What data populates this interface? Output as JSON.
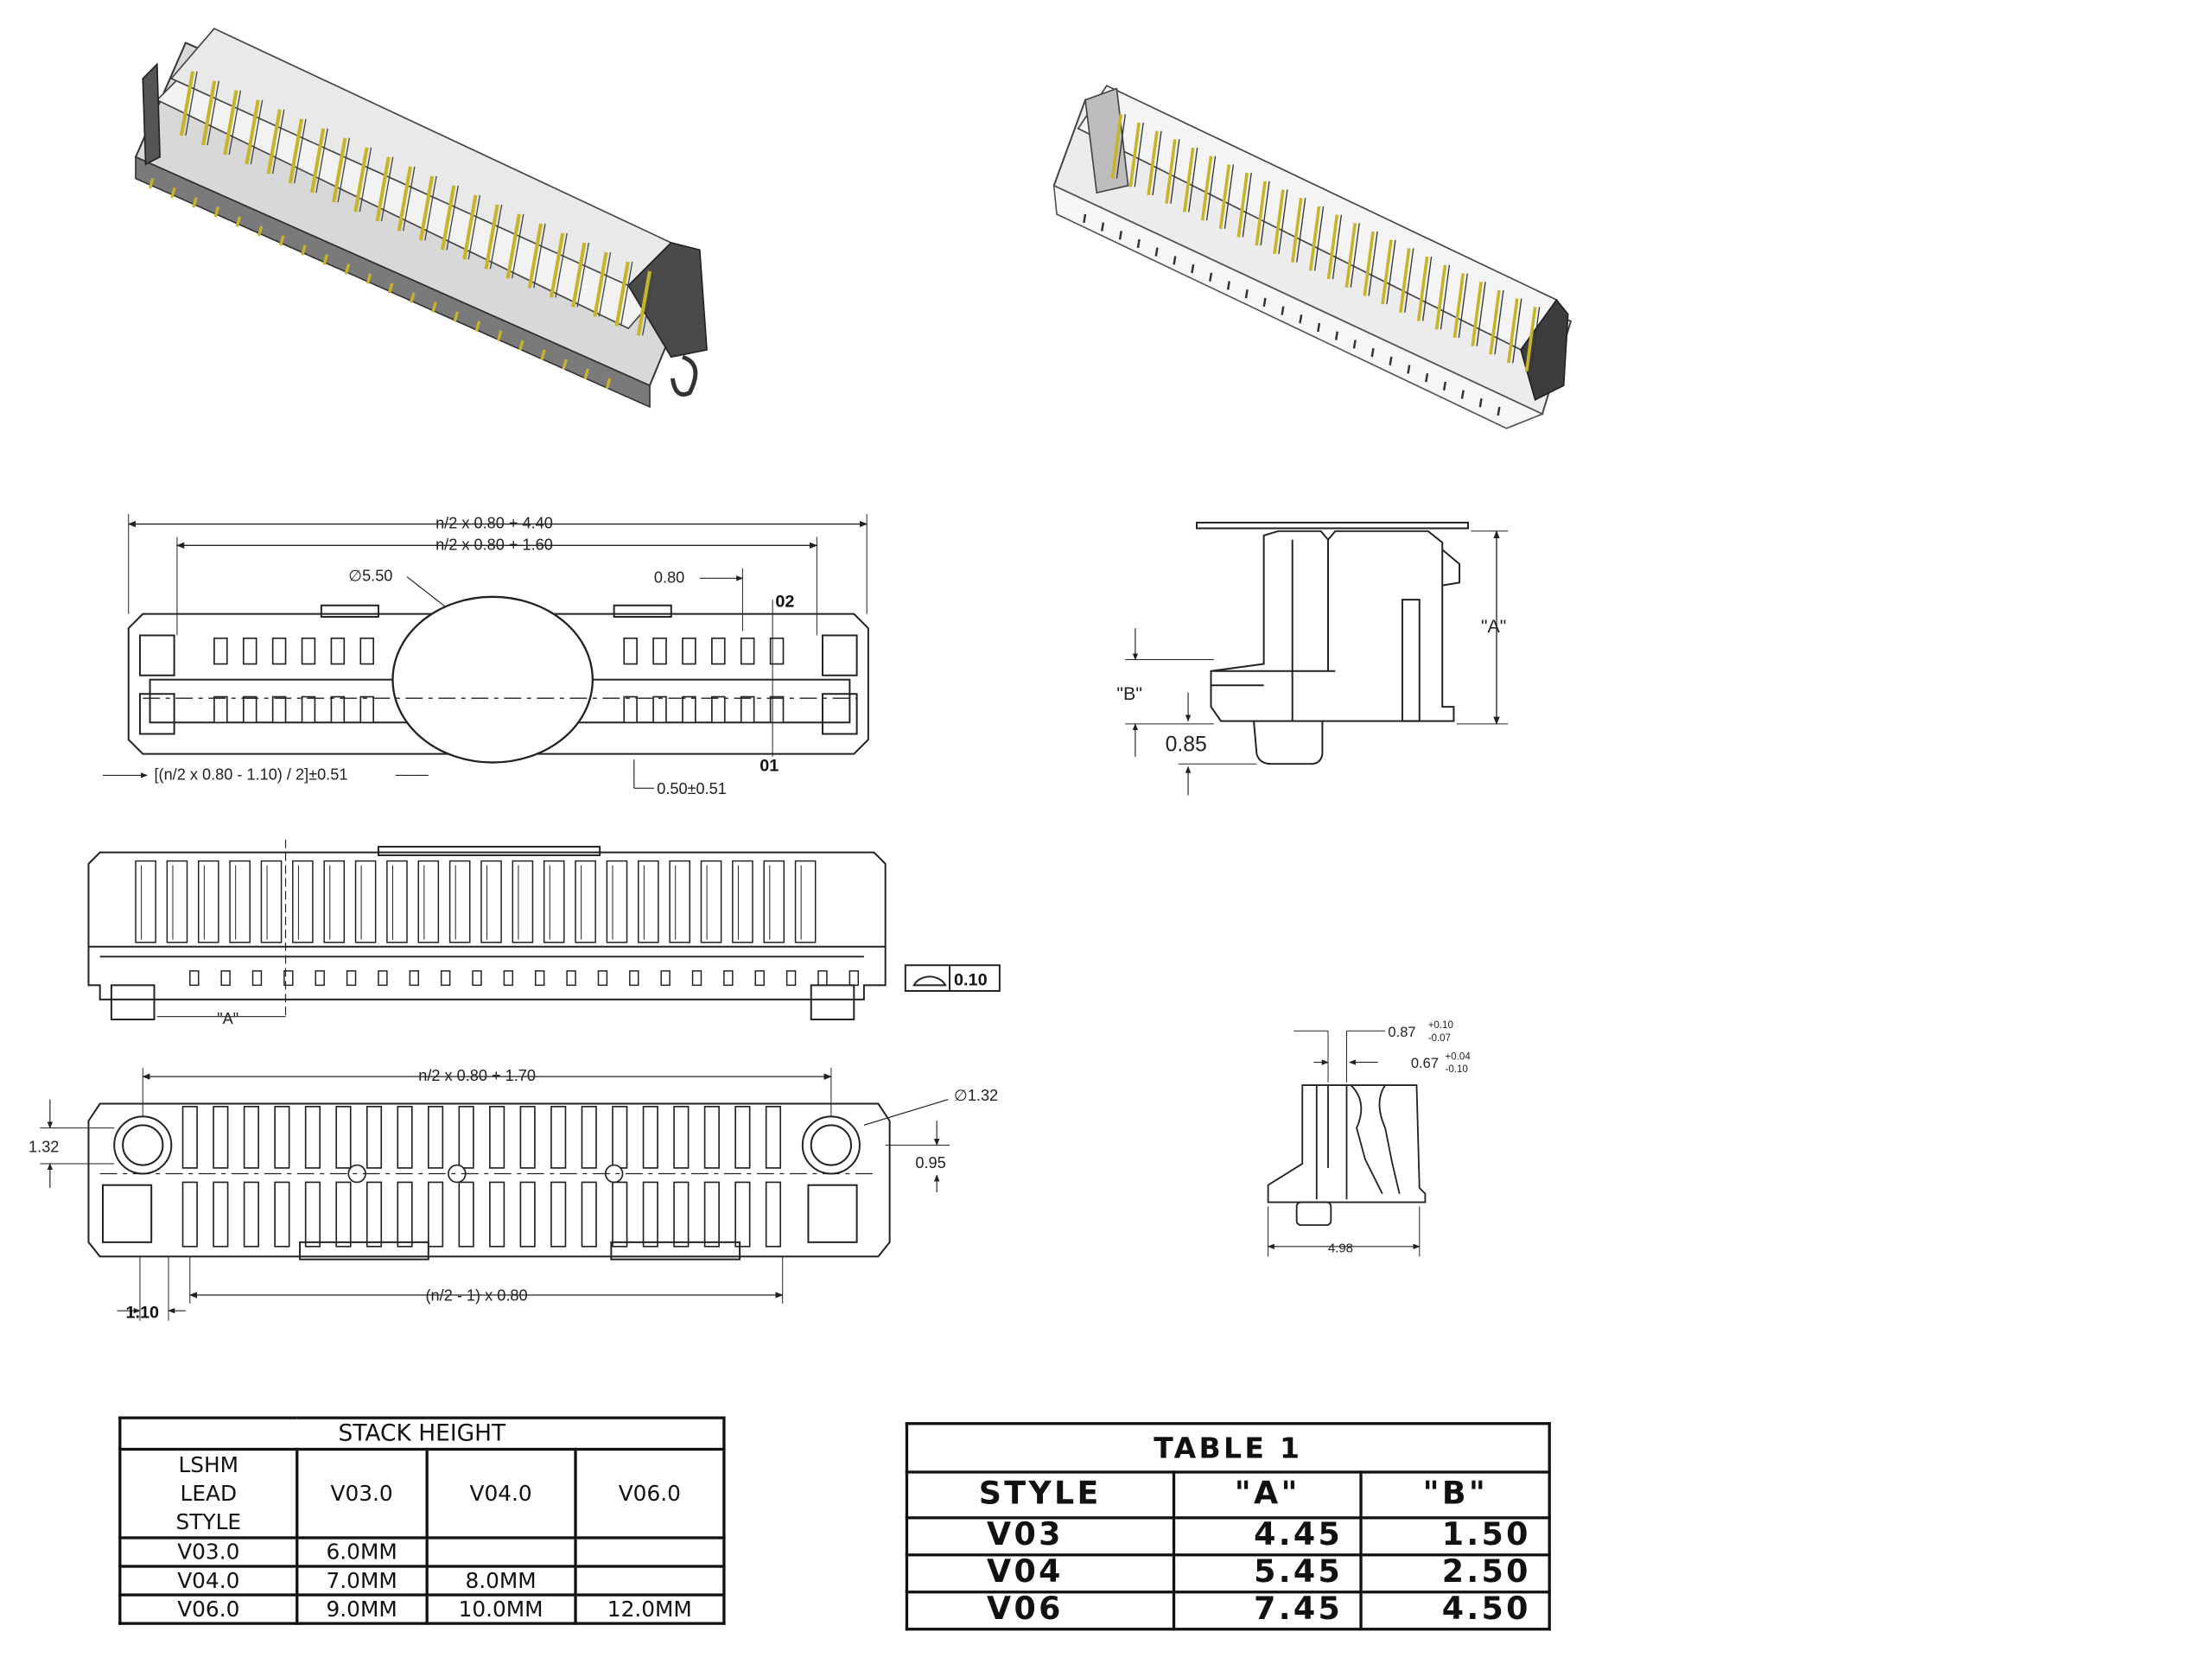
{
  "top_view": {
    "overall": "n/2 x 0.80 + 4.40",
    "inner": "n/2 x 0.80 + 1.60",
    "pickup": "∅5.50",
    "pitch": "0.80",
    "pin_02": "02",
    "pin_01": "01",
    "offset": "[(n/2 x 0.80 - 1.10) / 2]±0.51",
    "tol": "0.50±0.51"
  },
  "side_view": {
    "label_a": "\"A\"",
    "flatness": "0.10"
  },
  "bottom_view": {
    "overall": "n/2 x 0.80 + 1.70",
    "hole_dia": "∅1.32",
    "hole_h": "1.32",
    "offset": "0.95",
    "edge": "1.10",
    "span": "(n/2 - 1) x 0.80"
  },
  "end_view": {
    "label_a": "\"A\"",
    "label_b": "\"B\"",
    "dim_085": "0.85"
  },
  "end_view_small": {
    "d1": "0.87",
    "d1_tol_top": "+0.10",
    "d1_tol_bot": "-0.07",
    "d2": "0.67",
    "d2_tol_top": "+0.04",
    "d2_tol_bot": "-0.10",
    "width": "4.98"
  },
  "stack_table": {
    "title": "STACK HEIGHT",
    "lead_header": [
      "LSHM",
      "LEAD",
      "STYLE"
    ],
    "columns": [
      "V03.0",
      "V04.0",
      "V06.0"
    ],
    "rows": [
      {
        "style": "V03.0",
        "cells": [
          "6.0MM",
          "",
          ""
        ]
      },
      {
        "style": "V04.0",
        "cells": [
          "7.0MM",
          "8.0MM",
          ""
        ]
      },
      {
        "style": "V06.0",
        "cells": [
          "9.0MM",
          "10.0MM",
          "12.0MM"
        ]
      }
    ]
  },
  "table1": {
    "title": "TABLE 1",
    "headers": [
      "STYLE",
      "\"A\"",
      "\"B\""
    ],
    "rows": [
      {
        "style": "V03",
        "a": "4.45",
        "b": "1.50"
      },
      {
        "style": "V04",
        "a": "5.45",
        "b": "2.50"
      },
      {
        "style": "V06",
        "a": "7.45",
        "b": "4.50"
      }
    ]
  },
  "colors": {
    "ink": "#222222",
    "housing_light": "#e6e6e6",
    "housing_dark": "#555555",
    "gold": "#c8b42a"
  }
}
